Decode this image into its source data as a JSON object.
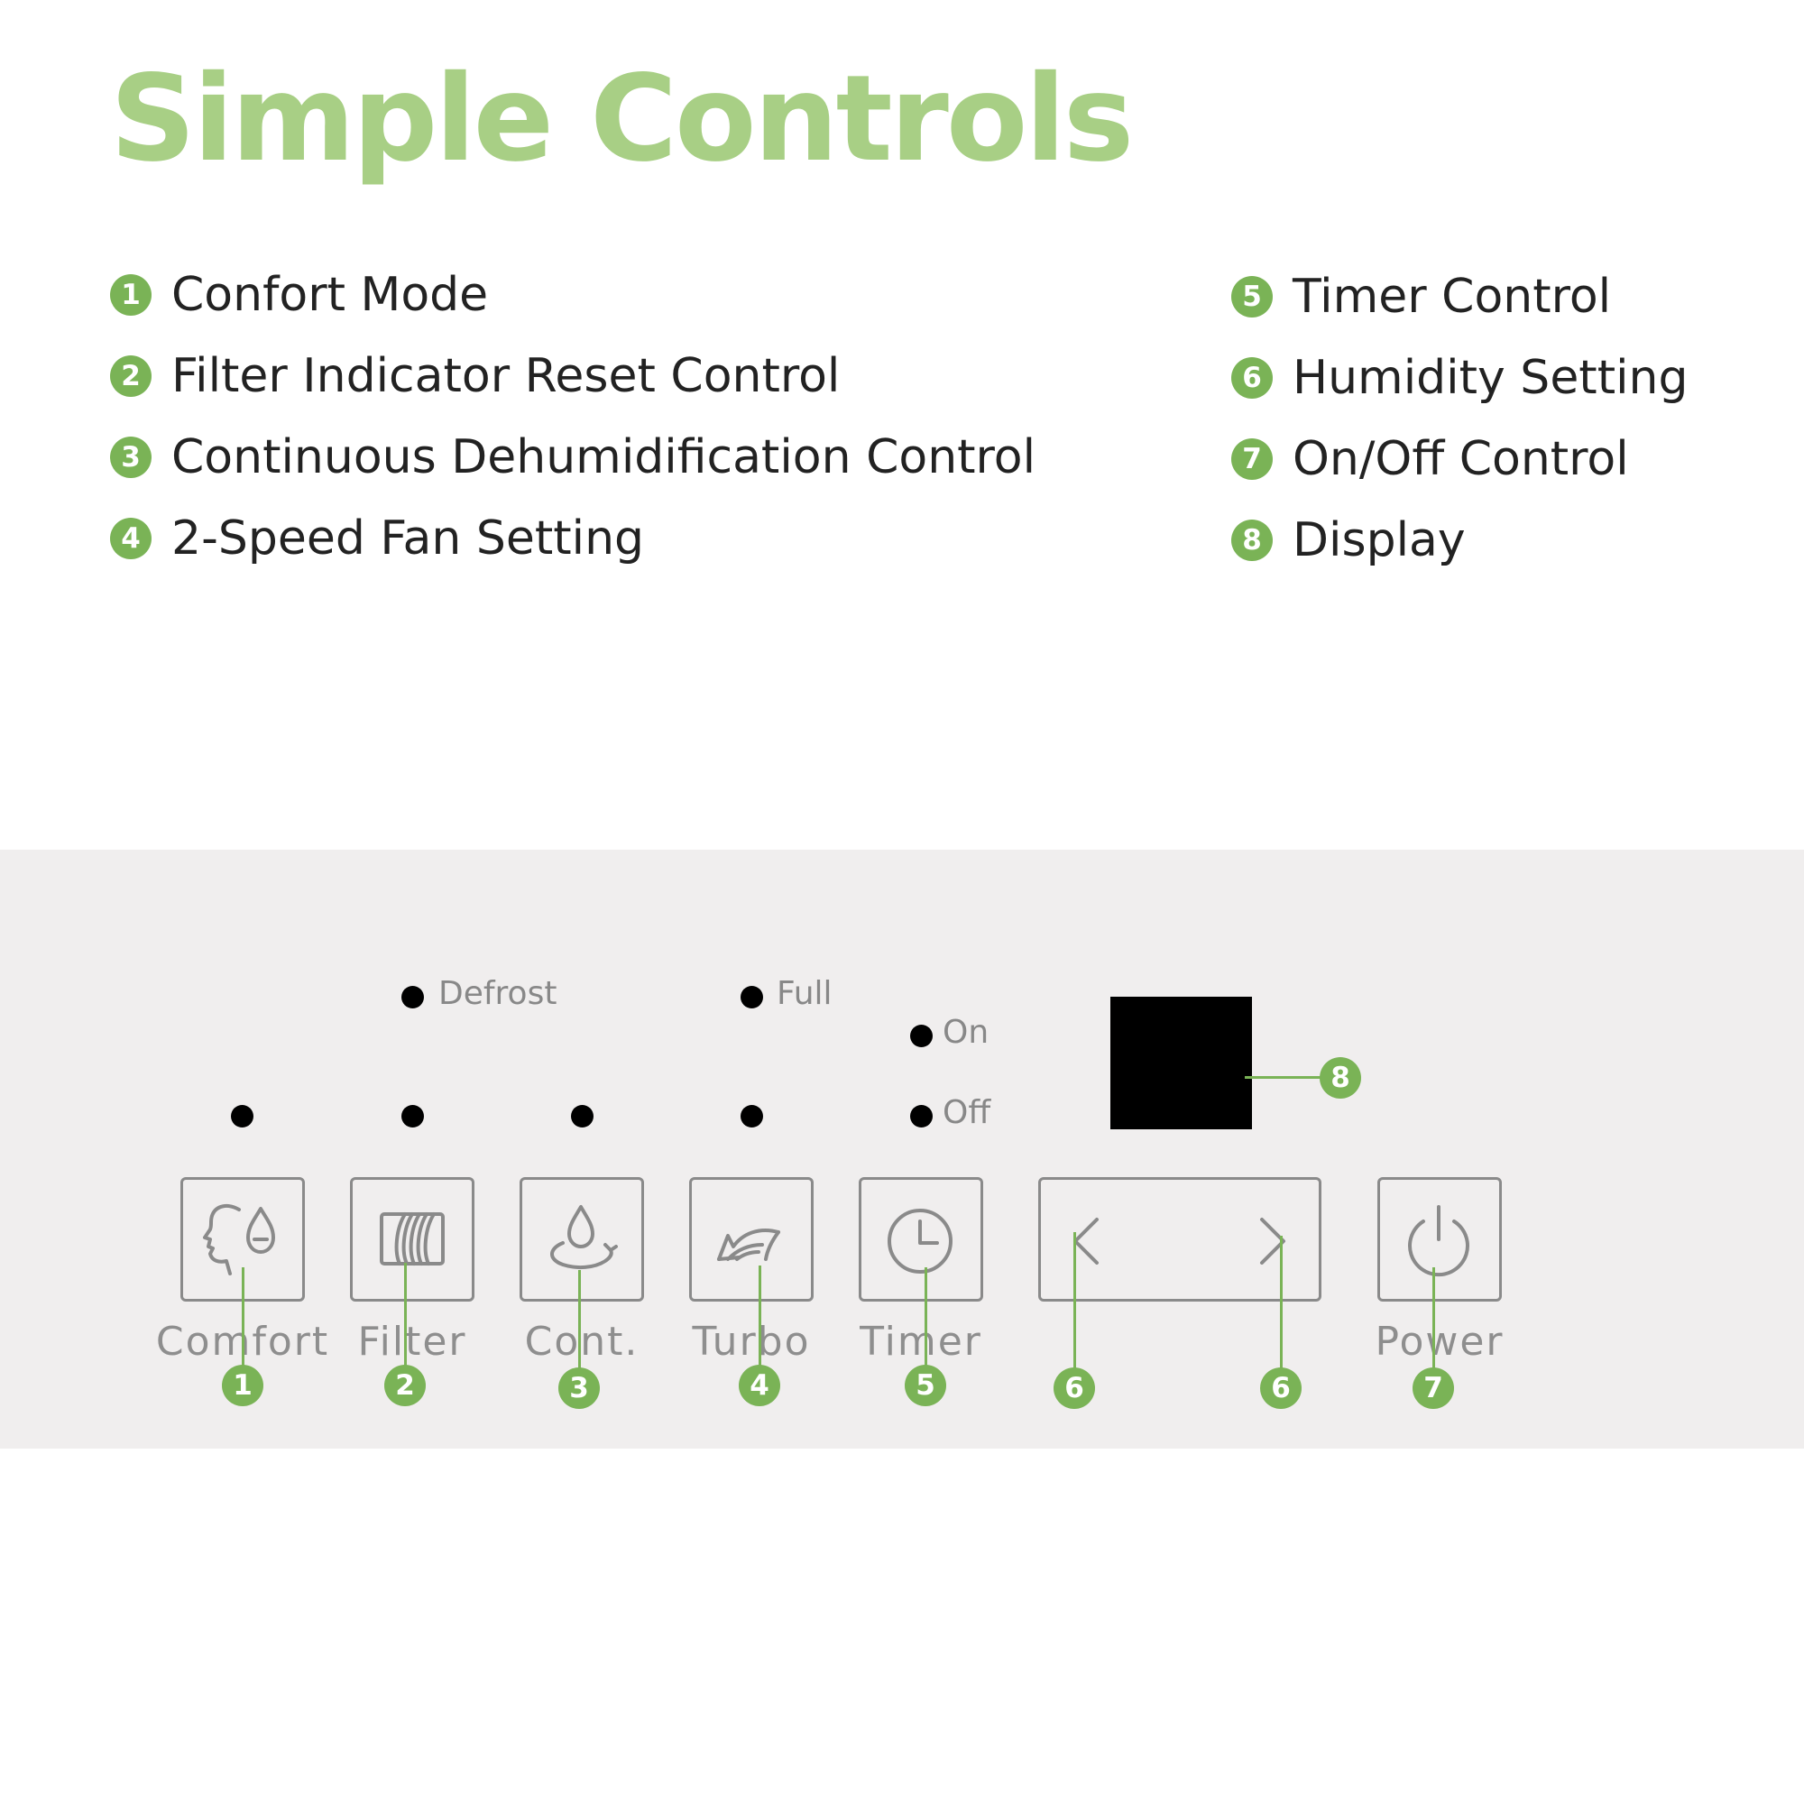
{
  "colors": {
    "accent": "#7ab356",
    "title": "#a8cf85",
    "panel": "#f0eeee"
  },
  "title": "Simple Controls",
  "legend": {
    "left": [
      {
        "num": "1",
        "label": "Confort Mode"
      },
      {
        "num": "2",
        "label": "Filter Indicator Reset Control"
      },
      {
        "num": "3",
        "label": "Continuous Dehumidification Control"
      },
      {
        "num": "4",
        "label": "2-Speed Fan Setting"
      }
    ],
    "right": [
      {
        "num": "5",
        "label": "Timer Control"
      },
      {
        "num": "6",
        "label": "Humidity Setting"
      },
      {
        "num": "7",
        "label": "On/Off Control"
      },
      {
        "num": "8",
        "label": "Display"
      }
    ]
  },
  "panel": {
    "indicators": {
      "defrost": "Defrost",
      "full": "Full",
      "on": "On",
      "off": "Off"
    },
    "buttons": [
      {
        "label": "Comfort",
        "icon": "comfort-face-drop-icon",
        "num": "1"
      },
      {
        "label": "Filter",
        "icon": "filter-icon",
        "num": "2"
      },
      {
        "label": "Cont.",
        "icon": "continuous-drop-icon",
        "num": "3"
      },
      {
        "label": "Turbo",
        "icon": "turbo-fan-icon",
        "num": "4"
      },
      {
        "label": "Timer",
        "icon": "clock-icon",
        "num": "5"
      },
      {
        "label": "",
        "icon": "chevron-left-icon / chevron-right-icon",
        "num": "6"
      },
      {
        "label": "Power",
        "icon": "power-icon",
        "num": "7"
      }
    ],
    "display_num": "8"
  }
}
